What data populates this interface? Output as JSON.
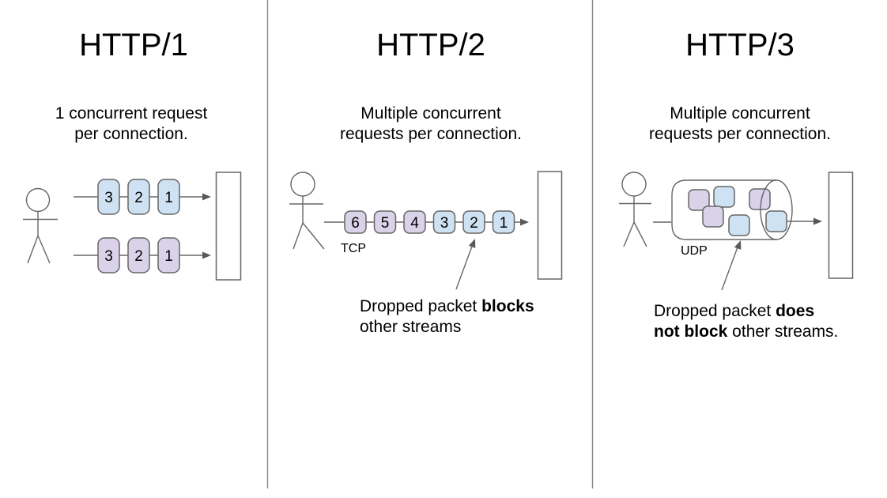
{
  "colors": {
    "packet_blue": "#cfe2f3",
    "packet_purple": "#d9d2e9",
    "outline_gray": "#666666"
  },
  "columns": {
    "http1": {
      "title": "HTTP/1",
      "subtitle_line1": "1 concurrent request",
      "subtitle_line2": "per connection.",
      "row1_packets": [
        "3",
        "2",
        "1"
      ],
      "row1_color": "blue",
      "row2_packets": [
        "3",
        "2",
        "1"
      ],
      "row2_color": "purple"
    },
    "http2": {
      "title": "HTTP/2",
      "subtitle_line1": "Multiple concurrent",
      "subtitle_line2": "requests per connection.",
      "protocol_label": "TCP",
      "packets": [
        "6",
        "5",
        "4",
        "3",
        "2",
        "1"
      ],
      "packet_colors": [
        "purple",
        "purple",
        "purple",
        "blue",
        "blue",
        "blue"
      ],
      "annotation": {
        "line1_normal": "Dropped packet ",
        "line1_bold": "blocks",
        "line2_normal": "other streams"
      }
    },
    "http3": {
      "title": "HTTP/3",
      "subtitle_line1": "Multiple concurrent",
      "subtitle_line2": "requests per connection.",
      "protocol_label": "UDP",
      "packet_colors": [
        "purple",
        "blue",
        "purple",
        "blue",
        "purple",
        "blue"
      ],
      "annotation": {
        "line1_normal": "Dropped packet ",
        "line1_bold": "does",
        "line2_bold": "not block",
        "line2_normal": " other streams."
      }
    }
  }
}
